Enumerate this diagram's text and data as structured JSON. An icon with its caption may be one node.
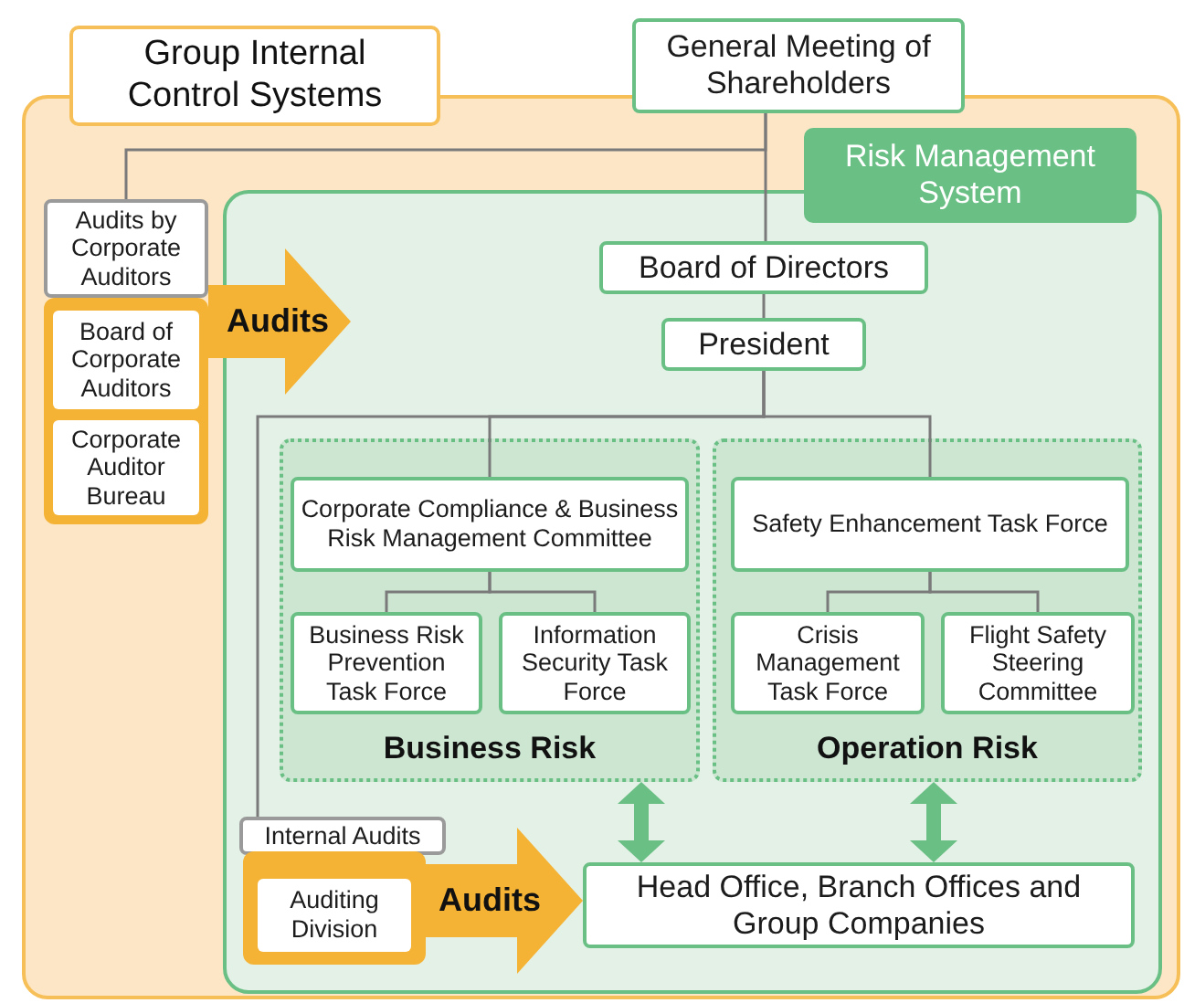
{
  "diagram": {
    "nodes": [
      {
        "text": [
          "Group Internal Control Systems"
        ]
      },
      {
        "text": [
          "General Meeting of Shareholders"
        ]
      },
      {
        "text": [
          "Audits by Corporate Auditors"
        ],
        "in": 0
      },
      {
        "text": [],
        "shape": "box",
        "in": 0
      },
      {
        "text": [
          "Board of Corporate Auditors"
        ],
        "in": 3
      },
      {
        "text": [
          "Corporate Auditor Bureau"
        ],
        "in": 3
      },
      {
        "text": [
          "Risk Management System"
        ],
        "in": 0
      },
      {
        "text": [
          "Board of Directors"
        ],
        "in": 6
      },
      {
        "text": [
          "President"
        ],
        "in": 6
      },
      {
        "text": [
          "Business Risk"
        ],
        "in": 6
      },
      {
        "text": [
          "Corporate Compliance & Business Risk Management Committee"
        ],
        "in": 9
      },
      {
        "text": [
          "Business Risk Prevention Task Force"
        ],
        "in": 9
      },
      {
        "text": [
          "Information Security Task Force"
        ],
        "in": 9
      },
      {
        "text": [
          "Operation Risk"
        ],
        "in": 6
      },
      {
        "text": [
          "Safety Enhancement Task Force"
        ],
        "in": 13
      },
      {
        "text": [
          "Crisis Management Task Force"
        ],
        "in": 13
      },
      {
        "text": [
          "Flight Safety Steering Committee"
        ],
        "in": 13
      },
      {
        "text": [
          "Internal Audits"
        ],
        "in": 6
      },
      {
        "text": [],
        "shape": "box",
        "in": 6
      },
      {
        "text": [
          "Auditing Division"
        ],
        "in": 18
      },
      {
        "text": [
          "Head Office, Branch Offices and Group Companies"
        ],
        "in": 6
      }
    ],
    "edges": [
      {
        "from": 1,
        "to": 2,
        "arrow": "none"
      },
      {
        "from": 1,
        "to": 7,
        "arrow": "none"
      },
      {
        "from": 7,
        "to": 8,
        "arrow": "none"
      },
      {
        "from": 8,
        "to": 10,
        "arrow": "none"
      },
      {
        "from": 8,
        "to": 14,
        "arrow": "none"
      },
      {
        "from": 8,
        "to": 17,
        "arrow": "none"
      },
      {
        "from": 10,
        "to": 11,
        "arrow": "none"
      },
      {
        "from": 10,
        "to": 12,
        "arrow": "none"
      },
      {
        "from": 14,
        "to": 15,
        "arrow": "none"
      },
      {
        "from": 14,
        "to": 16,
        "arrow": "none"
      },
      {
        "from": 3,
        "to": 6,
        "arrow": "to",
        "label": "Audits",
        "style": "thick",
        "color": "#f5b335"
      },
      {
        "from": 18,
        "to": 20,
        "arrow": "to",
        "label": "Audits",
        "style": "thick",
        "color": "#f5b335"
      },
      {
        "from": 9,
        "to": 20,
        "arrow": "both",
        "style": "thick",
        "color": "#6abf85"
      },
      {
        "from": 13,
        "to": 20,
        "arrow": "both",
        "style": "thick",
        "color": "#6abf85"
      }
    ]
  }
}
